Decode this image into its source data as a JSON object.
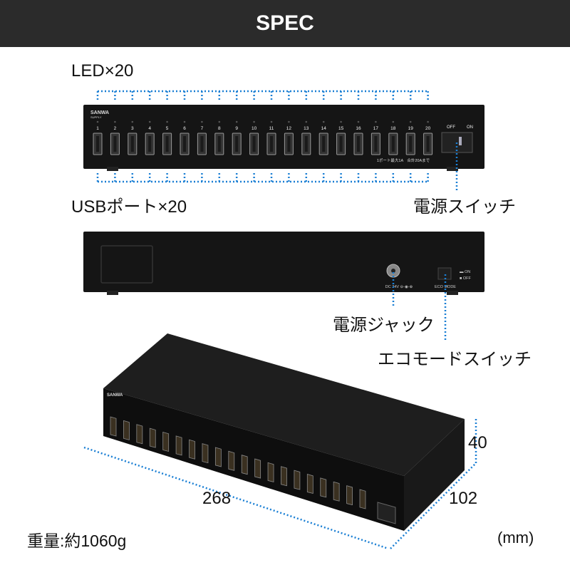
{
  "header": {
    "title": "SPEC"
  },
  "labels": {
    "led": "LED×20",
    "usb_ports": "USBポート×20",
    "power_switch": "電源スイッチ",
    "power_jack": "電源ジャック",
    "eco_switch": "エコモードスイッチ"
  },
  "device": {
    "brand": "SANWA SUPPLY",
    "port_numbers": [
      "1",
      "2",
      "3",
      "4",
      "5",
      "6",
      "7",
      "8",
      "9",
      "10",
      "11",
      "12",
      "13",
      "14",
      "15",
      "16",
      "17",
      "18",
      "19",
      "20"
    ],
    "port_note": "1ポート最大1A　合計20Aまで",
    "switch_off": "OFF",
    "switch_on": "ON",
    "dc_label": "DC 24V ⊖-◉-⊕",
    "eco_on": "ON",
    "eco_off": "OFF",
    "eco_label": "ECO MODE"
  },
  "dimensions": {
    "width": "268",
    "depth": "102",
    "height": "40",
    "unit": "(mm)"
  },
  "weight": "重量:約1060g",
  "colors": {
    "header": "#2b2b2b",
    "dotted_line": "#1a7fd4",
    "device": "#151515"
  }
}
